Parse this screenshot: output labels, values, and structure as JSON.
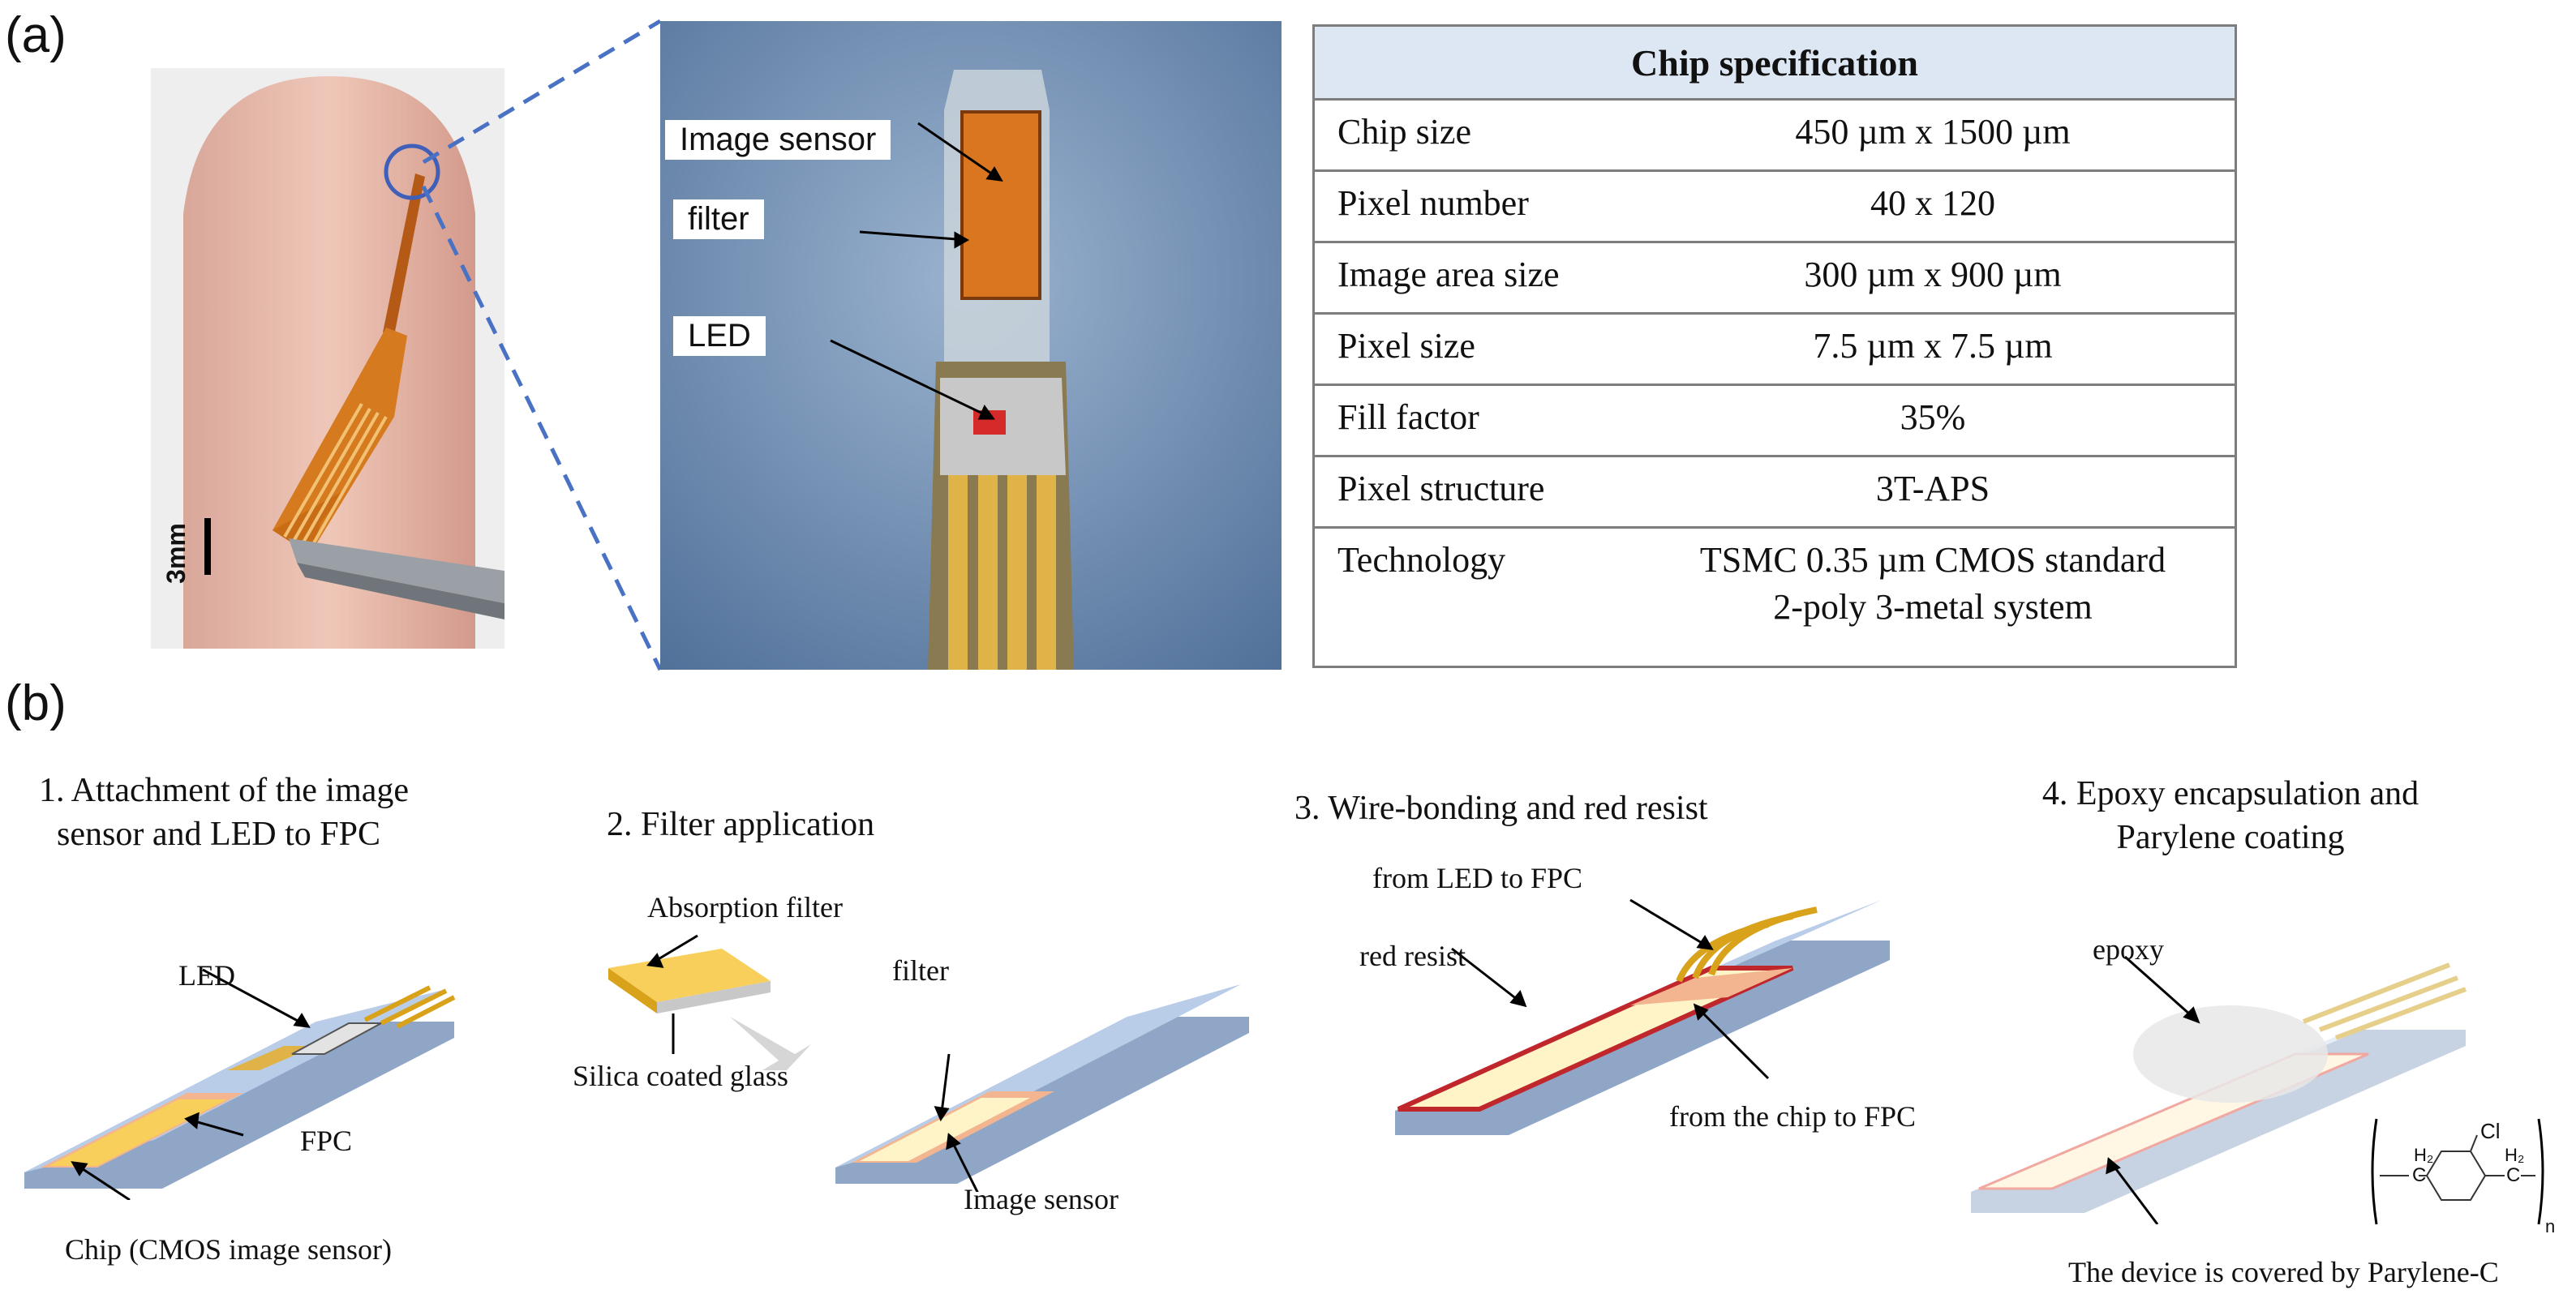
{
  "panel_a_label": "(a)",
  "panel_b_label": "(b)",
  "scale_bar": "3mm",
  "micro_labels": {
    "image_sensor": "Image sensor",
    "filter": "filter",
    "led": "LED"
  },
  "spec_table": {
    "title": "Chip specification",
    "rows": [
      {
        "key": "Chip size",
        "value": "450 µm x 1500 µm"
      },
      {
        "key": "Pixel number",
        "value": "40 x 120"
      },
      {
        "key": "Image area size",
        "value": "300 µm x 900 µm"
      },
      {
        "key": "Pixel size",
        "value": "7.5 µm x 7.5 µm"
      },
      {
        "key": "Fill factor",
        "value": "35%"
      },
      {
        "key": "Pixel structure",
        "value": "3T-APS"
      },
      {
        "key": "Technology",
        "value": "TSMC 0.35 µm CMOS standard",
        "value2": "2-poly 3-metal system"
      }
    ]
  },
  "steps": {
    "s1": {
      "title1": "1.  Attachment of the image",
      "title2": "sensor and LED to FPC",
      "led": "LED",
      "fpc": "FPC",
      "chip": "Chip (CMOS image sensor)"
    },
    "s2": {
      "title": "2.    Filter application",
      "absorption": "Absorption filter",
      "silica": "Silica coated glass",
      "filter": "filter",
      "image_sensor": "Image sensor"
    },
    "s3": {
      "title": "3.    Wire-bonding and red resist",
      "from_led": "from LED to FPC",
      "red_resist": "red resist",
      "from_chip": "from the chip to FPC"
    },
    "s4": {
      "title1": "4. Epoxy encapsulation  and",
      "title2": "Parylene coating",
      "epoxy": "epoxy",
      "covered": "The device is covered by Parylene-C",
      "chem_cl": "Cl",
      "chem_h2a": "H₂",
      "chem_h2b": "H₂",
      "chem_c1": "C",
      "chem_c2": "C",
      "chem_n": "n"
    }
  },
  "colors": {
    "fpc_blue": "#b9cde8",
    "chip_yellow": "#f7cf5a",
    "pad_orange": "#f3b58f",
    "red_resist": "#c0272d",
    "gold": "#d9a21b",
    "table_header": "#dde7f3",
    "dashed_blue": "#4a72c4"
  }
}
